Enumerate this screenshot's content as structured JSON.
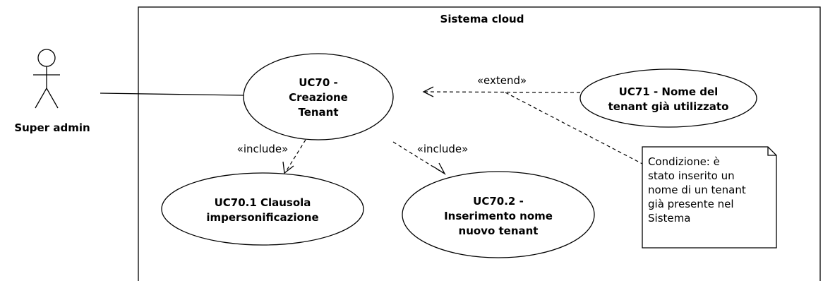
{
  "system": {
    "title": "Sistema cloud"
  },
  "actor": {
    "name": "Super admin"
  },
  "use_cases": {
    "uc70": {
      "line1": "UC70 -",
      "line2": "Creazione",
      "line3": "Tenant"
    },
    "uc71": {
      "line1": "UC71 - Nome del",
      "line2": "tenant già utilizzato"
    },
    "uc70_1": {
      "line1": "UC70.1 Clausola",
      "line2": "impersonificazione"
    },
    "uc70_2": {
      "line1": "UC70.2 -",
      "line2": "Inserimento nome",
      "line3": "nuovo tenant"
    }
  },
  "relations": {
    "extend_label": "«extend»",
    "include_label_1": "«include»",
    "include_label_2": "«include»"
  },
  "note": {
    "lines": [
      "Condizione: è",
      "stato inserito un",
      "nome di un tenant",
      "già presente nel",
      "Sistema"
    ]
  }
}
